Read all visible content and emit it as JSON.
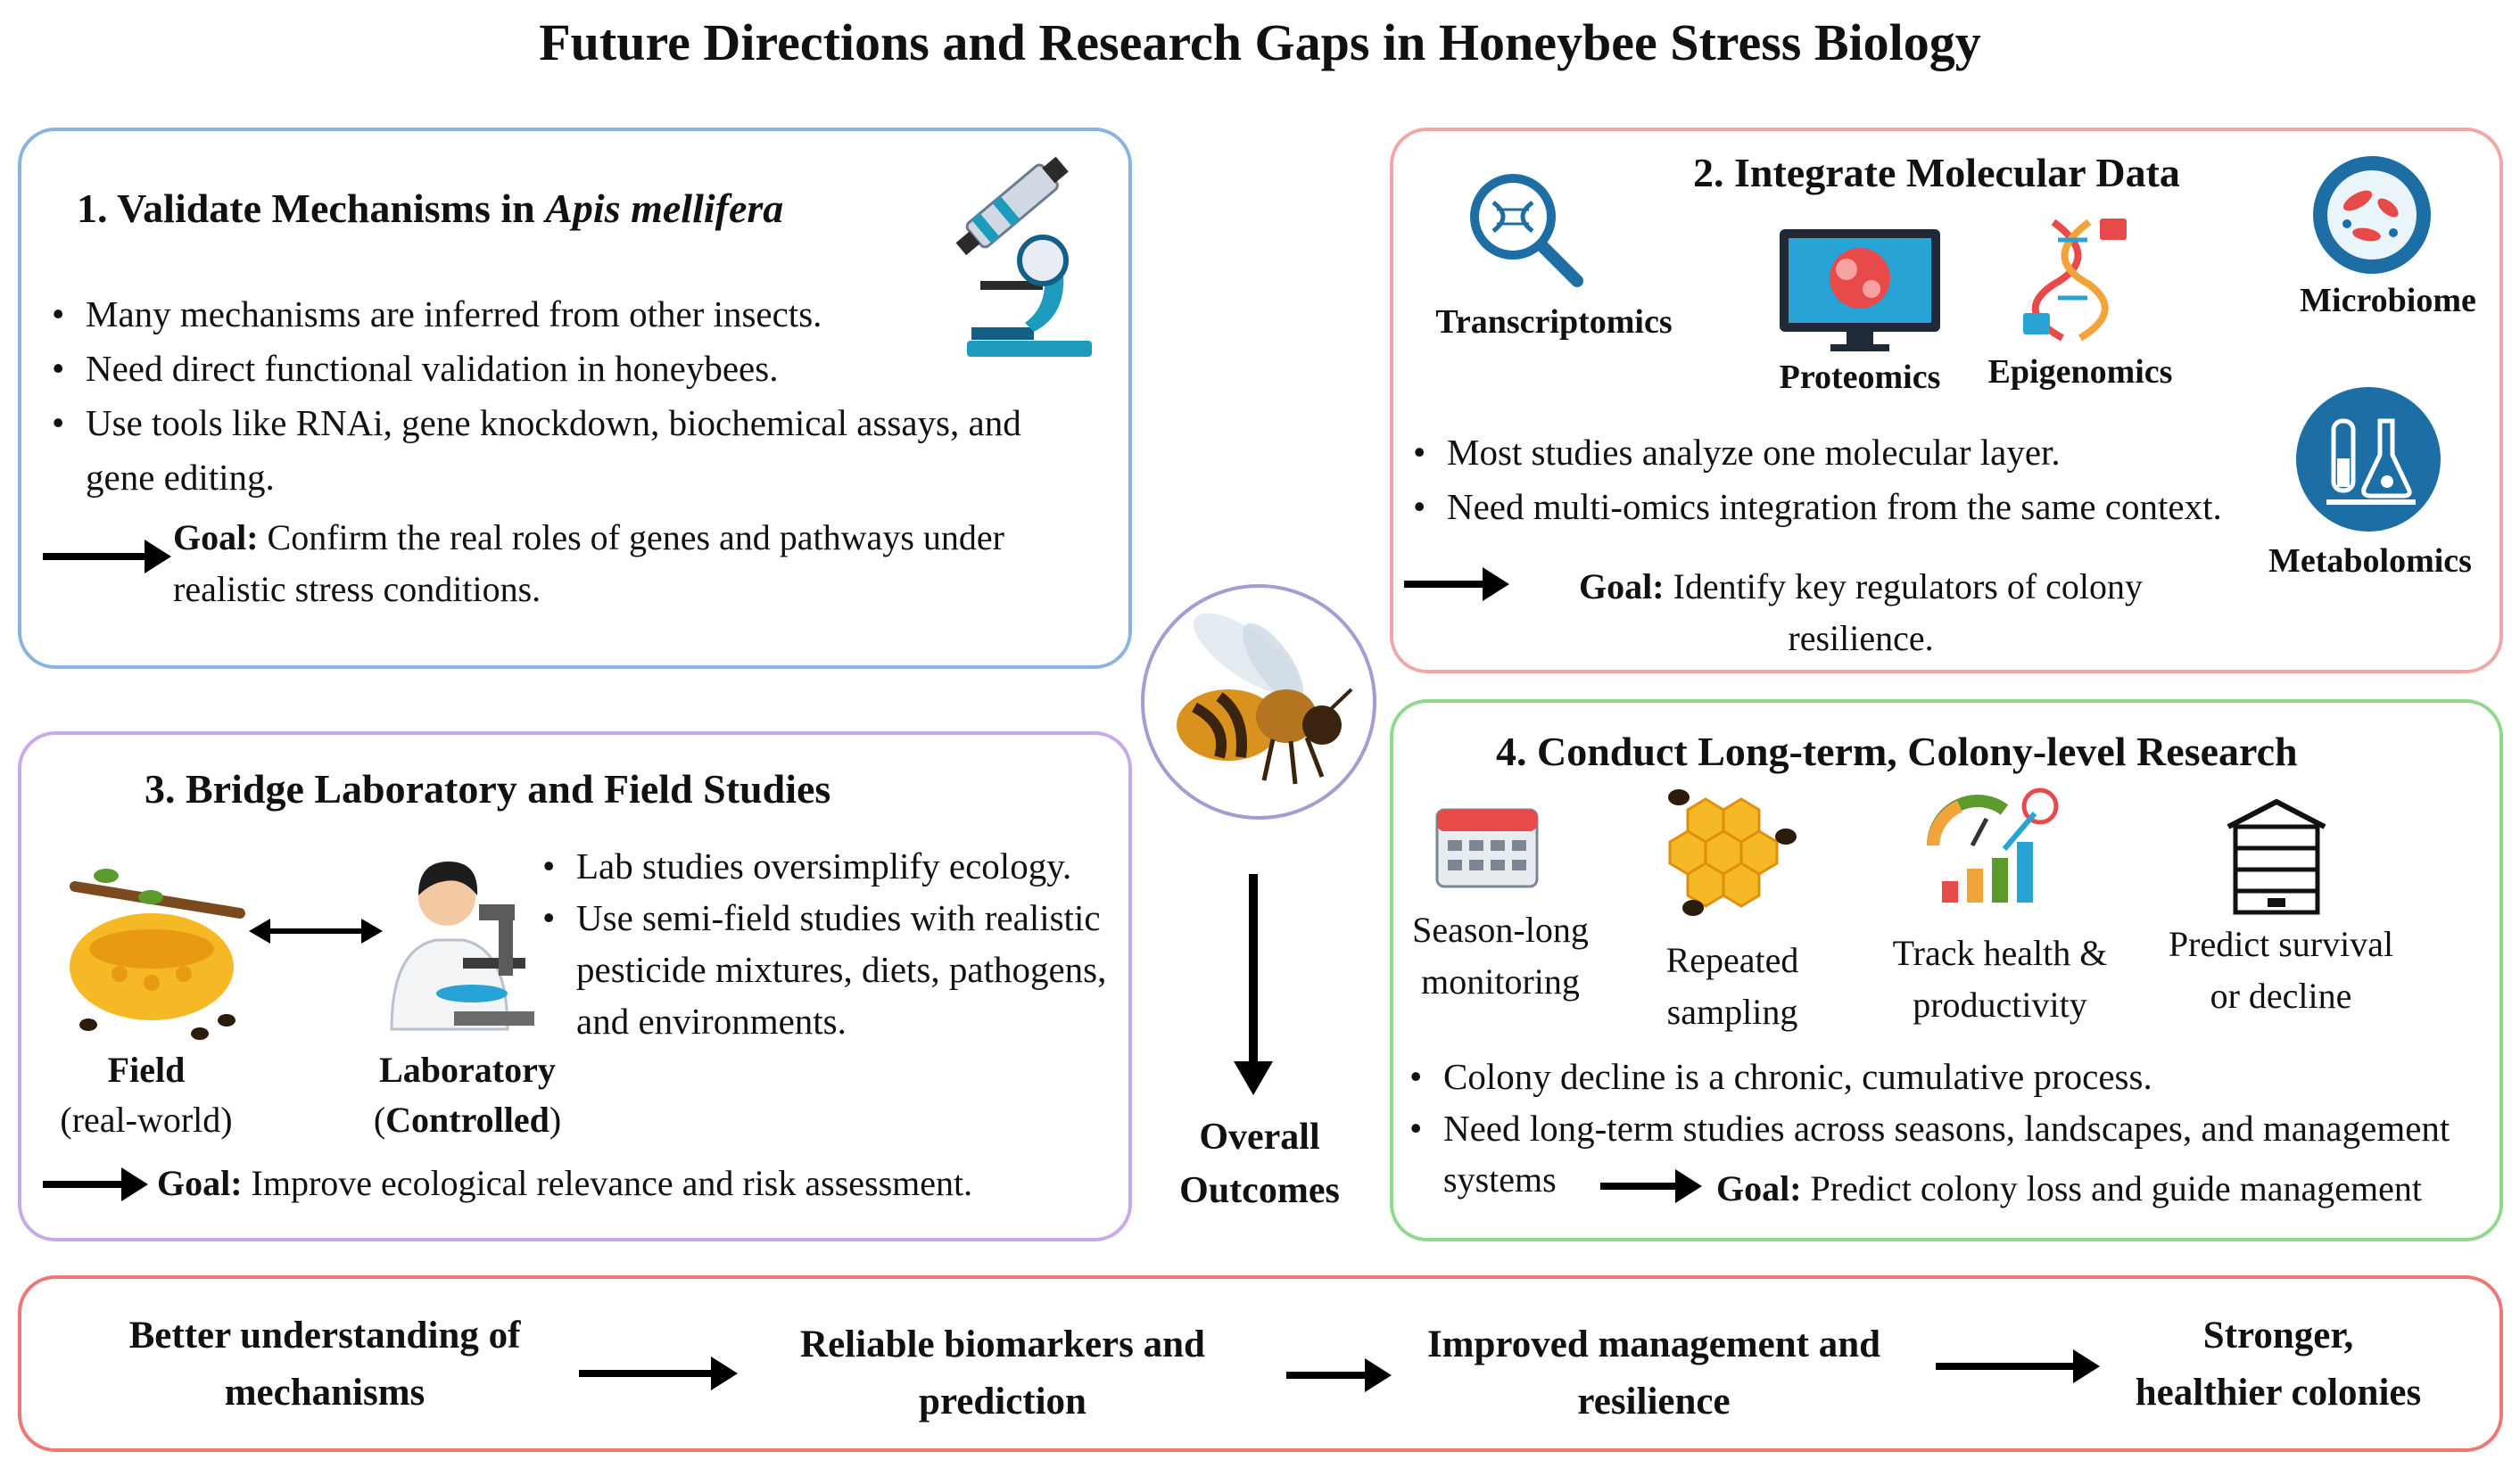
{
  "title": "Future Directions and Research Gaps in Honeybee Stress Biology",
  "panel1": {
    "title_prefix": "1. Validate Mechanisms in ",
    "title_italic": "Apis mellifera",
    "bullets": [
      "Many mechanisms are inferred from other insects.",
      "Need direct functional validation in honeybees.",
      "Use tools like RNAi, gene knockdown, biochemical assays, and gene editing."
    ],
    "goal_label": "Goal:",
    "goal_line1": "Confirm the real roles of genes and pathways under",
    "goal_line2": "realistic stress conditions.",
    "icon": "microscope-icon"
  },
  "panel2": {
    "title": "2. Integrate Molecular Data",
    "omics": {
      "transcriptomics": "Transcriptomics",
      "proteomics": "Proteomics",
      "epigenomics": "Epigenomics",
      "microbiome": "Microbiome",
      "metabolomics": "Metabolomics"
    },
    "bullets": [
      "Most studies analyze one molecular layer.",
      "Need multi-omics integration from the same context."
    ],
    "goal_label": "Goal:",
    "goal_line1": "Identify key regulators of colony",
    "goal_line2": "resilience."
  },
  "center": {
    "outcome_line1": "Overall",
    "outcome_line2": "Outcomes",
    "icon": "bee-icon"
  },
  "panel3": {
    "title": "3. Bridge Laboratory and Field Studies",
    "field_label": "Field",
    "field_sub": "(real-world)",
    "lab_label": "Laboratory",
    "lab_sub_open": "(",
    "lab_sub_word": "Controlled",
    "lab_sub_close": ")",
    "bullets": [
      "Lab studies oversimplify ecology.",
      "Use semi-field studies with realistic pesticide mixtures, diets, pathogens, and environments."
    ],
    "goal_label": "Goal:",
    "goal_text": "Improve ecological relevance and risk assessment."
  },
  "panel4": {
    "title": "4. Conduct Long-term, Colony-level Research",
    "items": [
      {
        "line1": "Season-long",
        "line2": "monitoring",
        "icon": "calendar-icon"
      },
      {
        "line1": "Repeated",
        "line2": "sampling",
        "icon": "honeycomb-icon"
      },
      {
        "line1": "Track health &",
        "line2": "productivity",
        "icon": "growth-chart-icon"
      },
      {
        "line1": "Predict survival",
        "line2": "or decline",
        "icon": "beehive-icon"
      }
    ],
    "bullets": [
      "Colony decline is a chronic, cumulative process.",
      "Need long-term studies across seasons, landscapes, and management"
    ],
    "bullet2_cont": "systems",
    "goal_label": "Goal:",
    "goal_text": "Predict colony loss and guide management"
  },
  "outcomes": [
    {
      "line1": "Better understanding of",
      "line2": "mechanisms"
    },
    {
      "line1": "Reliable biomarkers and",
      "line2": "prediction"
    },
    {
      "line1": "Improved management and",
      "line2": "resilience"
    },
    {
      "line1": "Stronger,",
      "line2": "healthier colonies"
    }
  ],
  "colors": {
    "panel1_border": "#8ab4e0",
    "panel2_border": "#f0a8a6",
    "panel3_border": "#c9a8ec",
    "panel4_border": "#8fd88c",
    "outcomes_border": "#ee7774",
    "icon_blue": "#1c6ea4"
  }
}
